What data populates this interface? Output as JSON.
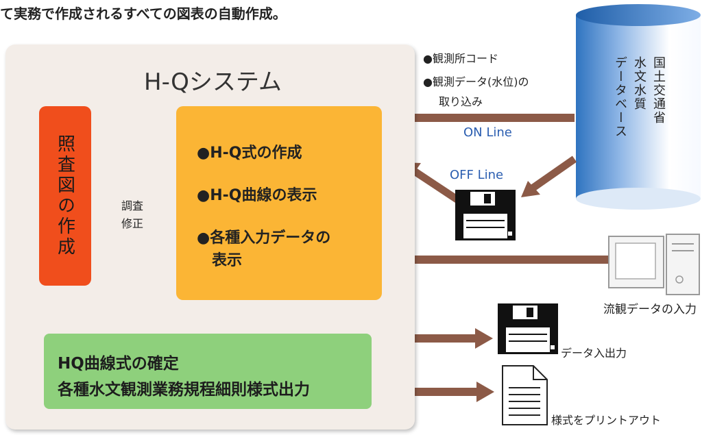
{
  "caption": "て実務で作成されるすべての図表の自動作成。",
  "system": {
    "title": "H-Qシステム",
    "left_box": "照査図の作成",
    "adjust_label": [
      "調査",
      "修正"
    ],
    "center_items": [
      "●H-Q式の作成",
      "●H-Q曲線の表示",
      "●各種入力データの",
      "表示"
    ],
    "output_box": [
      "HQ曲線式の確定",
      "各種水文観測業務規程細則様式出力"
    ]
  },
  "database": {
    "lines": [
      "国土交通省",
      "水文水質",
      "データベース"
    ]
  },
  "inputs": {
    "notes": [
      "●観測所コード",
      "●観測データ(水位)の",
      "取り込み"
    ],
    "online": "ON Line",
    "offline": "OFF Line",
    "manual": "流観データの入力"
  },
  "outputs": {
    "data_io": "データ入出力",
    "print": "様式をプリントアウト"
  },
  "colors": {
    "arrow": "#8c5a47",
    "left_box": "#f04e1c",
    "center_box": "#fbb535",
    "output_box": "#8ed07c",
    "database": "#2f74c0",
    "link_text": "#2a5db0"
  }
}
